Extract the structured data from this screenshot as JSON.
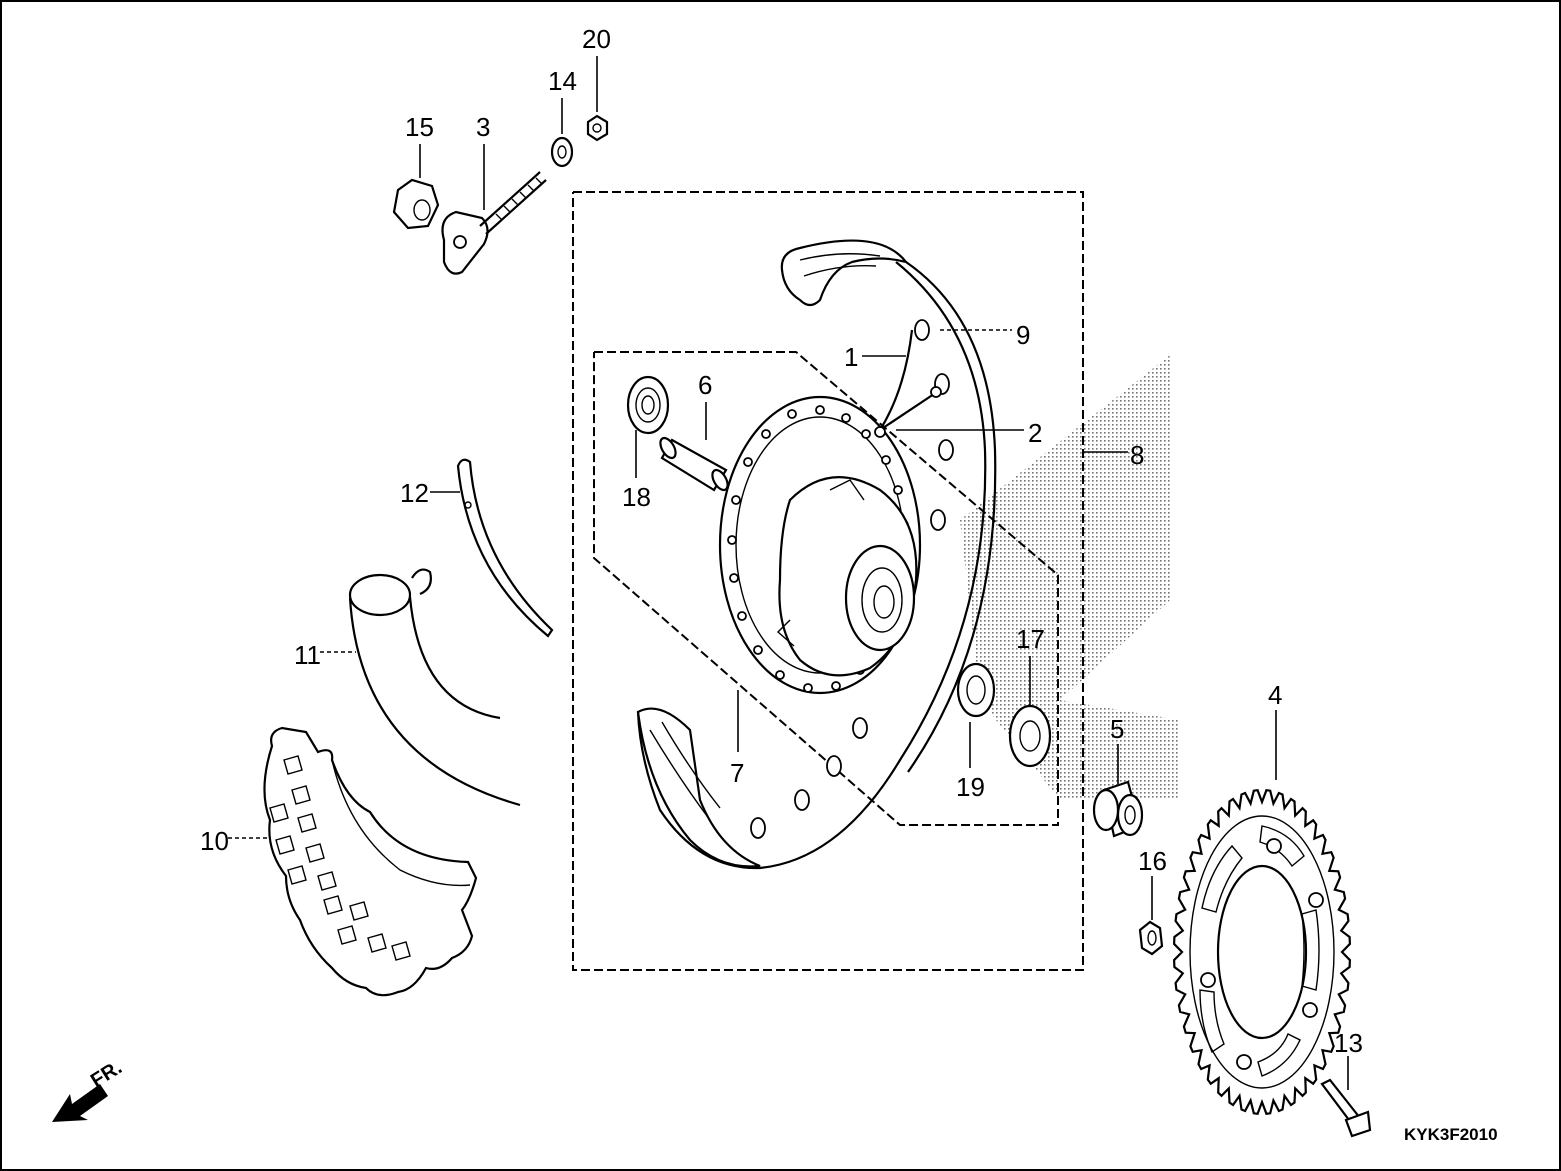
{
  "callouts": {
    "c1": "1",
    "c2": "2",
    "c3": "3",
    "c4": "4",
    "c5": "5",
    "c6": "6",
    "c7": "7",
    "c8": "8",
    "c9": "9",
    "c10": "10",
    "c11": "11",
    "c12": "12",
    "c13": "13",
    "c14": "14",
    "c15": "15",
    "c16": "16",
    "c17": "17",
    "c18": "18",
    "c19": "19",
    "c20": "20"
  },
  "diagram_code": "KYK3F2010",
  "front_indicator": "FR."
}
